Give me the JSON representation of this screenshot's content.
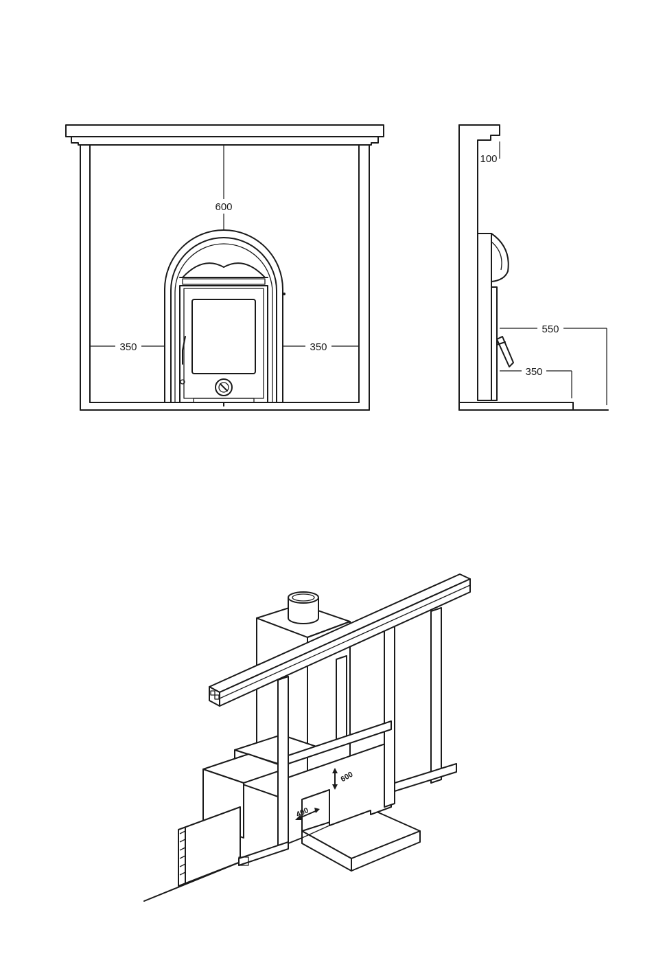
{
  "front_view": {
    "dim_top": "600",
    "dim_left": "350",
    "dim_right": "350"
  },
  "side_view": {
    "dim_mantel": "100",
    "dim_upper": "550",
    "dim_lower": "350"
  },
  "iso_view": {
    "dim_height": "600",
    "dim_depth": "400"
  }
}
